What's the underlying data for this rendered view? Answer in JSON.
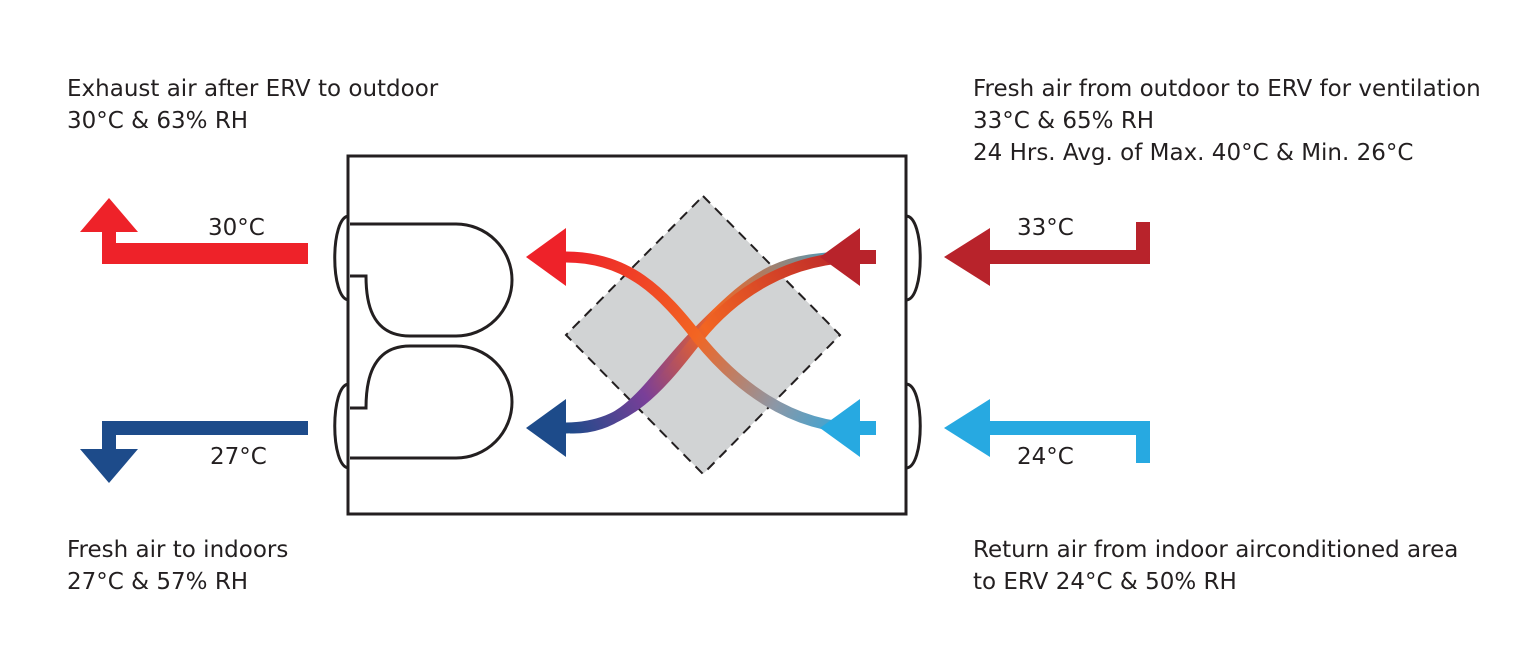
{
  "labels": {
    "exhaust": {
      "line1": "Exhaust air after ERV to outdoor",
      "line2": "30°C  & 63% RH"
    },
    "fresh_outdoor": {
      "line1": "Fresh air from outdoor to ERV for ventilation",
      "line2": "33°C  & 65% RH",
      "line3": "24 Hrs. Avg. of Max. 40°C & Min. 26°C"
    },
    "indoors": {
      "line1": "Fresh air to indoors",
      "line2": "27°C  & 57% RH"
    },
    "return": {
      "line1": "Return air from indoor airconditioned area",
      "line2": "to ERV 24°C  & 50% RH"
    }
  },
  "temps": {
    "exhaust": "30°C",
    "fresh_in": "33°C",
    "supply": "27°C",
    "return": "24°C"
  },
  "colors": {
    "exhaust_red": "#ee2229",
    "fresh_darkred": "#b8232b",
    "supply_blue": "#1d4b8a",
    "return_lightblue": "#27a9e1",
    "orange": "#f26522",
    "exchanger_gray": "#d1d3d4",
    "outline": "#231f20"
  }
}
